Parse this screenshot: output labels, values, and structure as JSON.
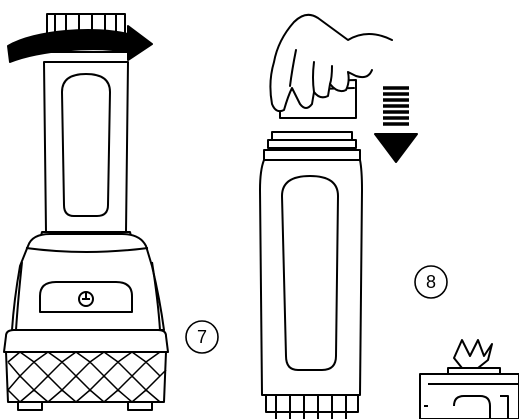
{
  "steps": [
    {
      "number": "7",
      "action": "twist-to-remove"
    },
    {
      "number": "8",
      "action": "flip-and-cap"
    }
  ],
  "colors": {
    "line": "#000000",
    "fill": "#ffffff",
    "background": "#ffffff"
  },
  "icons": [
    "curved-twist-arrow-icon",
    "down-arrow-icon",
    "hand-icon",
    "power-button-icon"
  ]
}
